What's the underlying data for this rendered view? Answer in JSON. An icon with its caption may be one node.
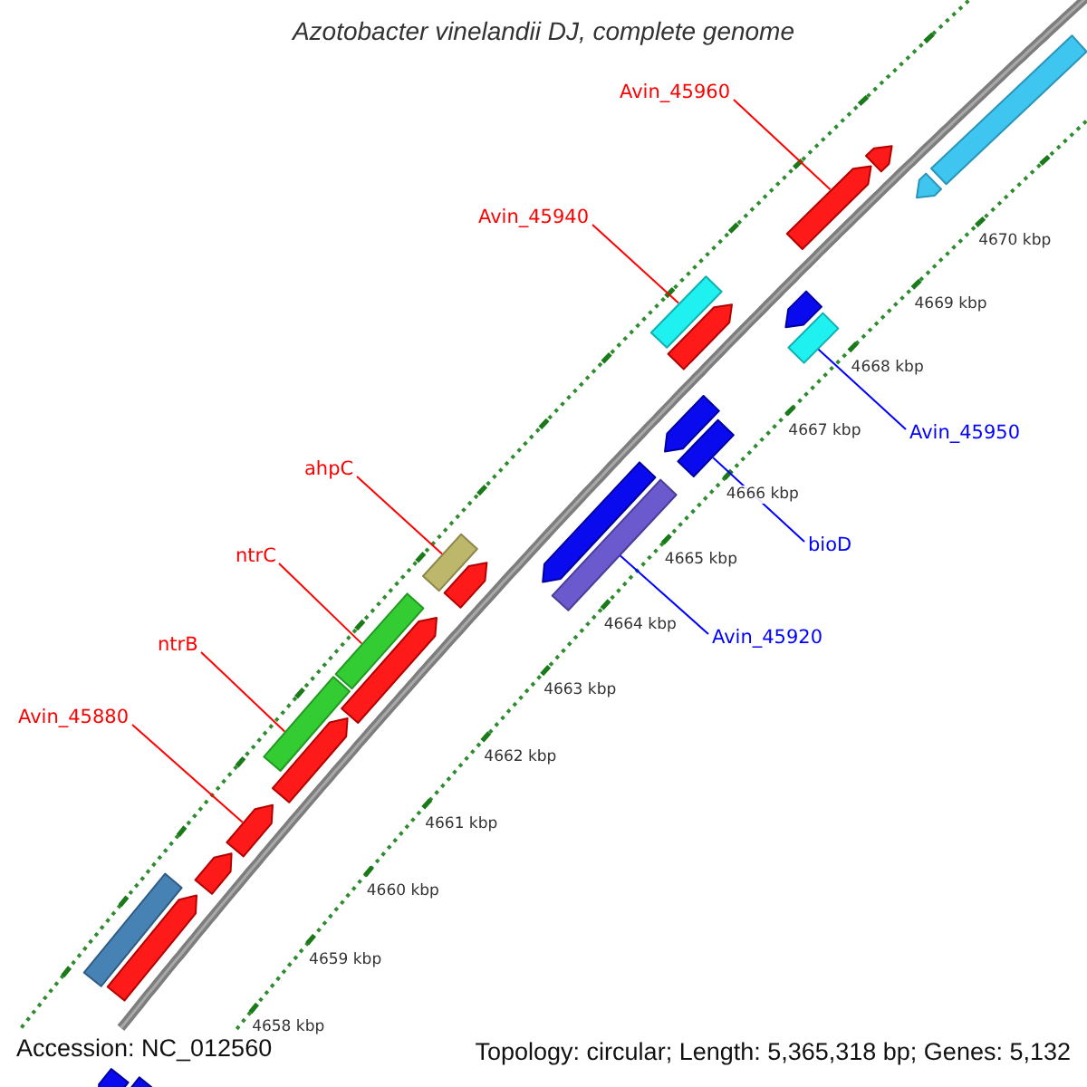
{
  "diagram": {
    "title": "Azotobacter vinelandii DJ, complete genome",
    "nodes": [
      {
        "text": [
          "Avin_45960"
        ]
      },
      {
        "text": [
          "Avin_45940"
        ]
      },
      {
        "text": [
          "Avin_45950"
        ]
      },
      {
        "text": [
          "ahpC"
        ]
      },
      {
        "text": [
          "bioD"
        ]
      },
      {
        "text": [
          "ntrC"
        ]
      },
      {
        "text": [
          "Avin_45920"
        ]
      },
      {
        "text": [
          "ntrB"
        ]
      },
      {
        "text": [
          "Avin_45880"
        ]
      },
      {
        "text": [],
        "shape": "bar"
      },
      {
        "text": [],
        "shape": "pentagon"
      },
      {
        "text": [],
        "shape": "pentagon"
      },
      {
        "text": [],
        "shape": "pentagon"
      },
      {
        "text": [],
        "shape": "pentagon"
      },
      {
        "text": [],
        "shape": "bar"
      },
      {
        "text": [],
        "shape": "bar"
      },
      {
        "text": [],
        "shape": "pentagon"
      },
      {
        "text": [],
        "shape": "pentagon"
      },
      {
        "text": [],
        "shape": "bar"
      },
      {
        "text": [],
        "shape": "pentagon"
      },
      {
        "text": [],
        "shape": "bar"
      },
      {
        "text": [],
        "shape": "bar"
      },
      {
        "text": [],
        "shape": "pentagon"
      },
      {
        "text": [],
        "shape": "bar"
      },
      {
        "text": [],
        "shape": "pentagon"
      },
      {
        "text": [],
        "shape": "pentagon"
      },
      {
        "text": [],
        "shape": "bar"
      },
      {
        "text": [],
        "shape": "pentagon"
      },
      {
        "text": [],
        "shape": "pentagon"
      },
      {
        "text": [],
        "shape": "bar"
      },
      {
        "text": [],
        "shape": "pentagon"
      },
      {
        "text": [],
        "shape": "pentagon"
      },
      {
        "text": [],
        "shape": "bar"
      }
    ],
    "edges": [
      {
        "from": 0,
        "to": 12,
        "arrow": "none"
      },
      {
        "from": 1,
        "to": 15,
        "arrow": "none"
      },
      {
        "from": 2,
        "to": 14,
        "arrow": "none",
        "color": "#0000ff"
      },
      {
        "from": 3,
        "to": 21,
        "arrow": "none"
      },
      {
        "from": 4,
        "to": 18,
        "arrow": "none",
        "color": "#0000ff"
      },
      {
        "from": 5,
        "to": 23,
        "arrow": "none"
      },
      {
        "from": 6,
        "to": 20,
        "arrow": "none",
        "color": "#0000ff"
      },
      {
        "from": 7,
        "to": 26,
        "arrow": "none"
      },
      {
        "from": 8,
        "to": 27,
        "arrow": "none"
      }
    ],
    "labels": [
      "4670 kbp",
      "4669 kbp",
      "4668 kbp",
      "4667 kbp",
      "4666 kbp",
      "4665 kbp",
      "4664 kbp",
      "4663 kbp",
      "4662 kbp",
      "4661 kbp",
      "4660 kbp",
      "4659 kbp",
      "4658 kbp",
      "Accession: NC_012560",
      "Topology: circular; Length: 5,365,318 bp; Genes: 5,132"
    ]
  }
}
